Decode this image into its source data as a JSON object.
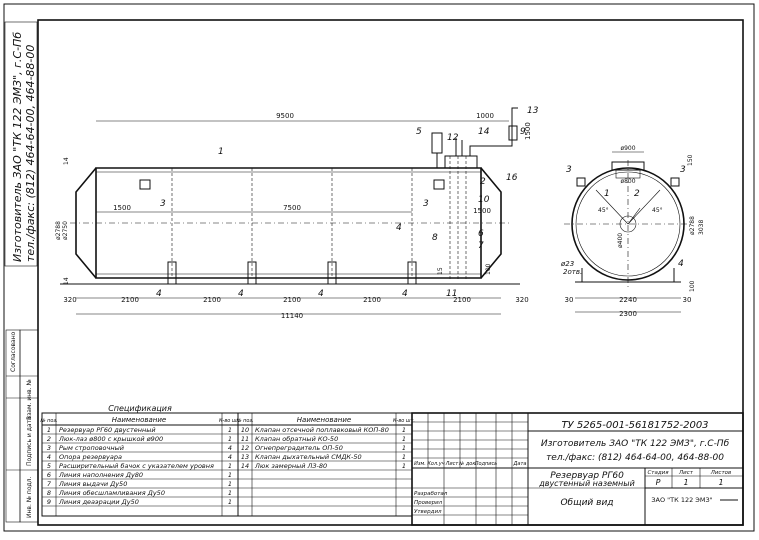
{
  "side_stamp": {
    "line1": "Изготовитель ЗАО \"ТК 122 ЭМЗ\", г.С-Пб",
    "line2": "тел./факс: (812) 464-64-00, 464-88-00"
  },
  "left_strip": {
    "agreed": "Согласовано",
    "inv_dup": "Взам. инв. №",
    "sign_date": "Подпись и дата",
    "inv_orig": "Инв. № подл."
  },
  "side_view": {
    "dims": {
      "d9500": "9500",
      "d1000": "1000",
      "d1500_top": "1500",
      "d1500_mid": "1500",
      "d7500": "7500",
      "d1500_right": "1500",
      "d320_l": "320",
      "d2100_1": "2100",
      "d2100_2": "2100",
      "d2100_3": "2100",
      "d2100_4": "2100",
      "d2100_5": "2100",
      "d320_r": "320",
      "d11140": "11140",
      "d14_a": "14",
      "d14_b": "14",
      "d2788": "ø2788",
      "d2750": "ø2750",
      "d15": "15",
      "d100": "100"
    },
    "callouts": [
      "1",
      "2",
      "3",
      "4",
      "4",
      "4",
      "4",
      "4",
      "5",
      "6",
      "7",
      "8",
      "9",
      "10",
      "11",
      "12",
      "13",
      "14",
      "16",
      "3"
    ]
  },
  "end_view": {
    "dims": {
      "d900": "ø900",
      "d800": "ø800",
      "d150": "150",
      "d2788": "ø2788",
      "d3038": "3038",
      "d400": "ø400",
      "d45a": "45°",
      "d45b": "45°",
      "d23": "ø23",
      "holes": "2отв.",
      "d30_l": "30",
      "d2240": "2240",
      "d30_r": "30",
      "d2300": "2300",
      "d100": "100"
    },
    "callouts": [
      "3",
      "3",
      "2",
      "1",
      "4"
    ]
  },
  "spec": {
    "title": "Спецификация",
    "headers": {
      "pos": "№ поз.",
      "name": "Наименование",
      "qty": "К-во шт.",
      "pos2": "№ поз.",
      "name2": "Наименование",
      "qty2": "К-во шт."
    },
    "rows_left": [
      {
        "pos": "1",
        "name": "Резервуар РГ60 двустенный",
        "qty": "1"
      },
      {
        "pos": "2",
        "name": "Люк-лаз ø800 с крышкой ø900",
        "qty": "1"
      },
      {
        "pos": "3",
        "name": "Рым строповочный",
        "qty": "4"
      },
      {
        "pos": "4",
        "name": "Опора резервуара",
        "qty": "4"
      },
      {
        "pos": "5",
        "name": "Расширительный бачок с указателем уровня",
        "qty": "1"
      },
      {
        "pos": "6",
        "name": "Линия наполнения Ду80",
        "qty": "1"
      },
      {
        "pos": "7",
        "name": "Линия выдачи Ду50",
        "qty": "1"
      },
      {
        "pos": "8",
        "name": "Линия обесшламливания Ду50",
        "qty": "1"
      },
      {
        "pos": "9",
        "name": "Линия деаэрации Ду50",
        "qty": "1"
      }
    ],
    "rows_right": [
      {
        "pos": "10",
        "name": "Клапан отсечной поплавковый КОП-80",
        "qty": "1"
      },
      {
        "pos": "11",
        "name": "Клапан обратный КО-50",
        "qty": "1"
      },
      {
        "pos": "12",
        "name": "Огнепреградитель ОП-50",
        "qty": "1"
      },
      {
        "pos": "13",
        "name": "Клапан дыхательный СМДК-50",
        "qty": "1"
      },
      {
        "pos": "14",
        "name": "Люк замерный ЛЗ-80",
        "qty": "1"
      }
    ]
  },
  "title_block": {
    "doc_code": "ТУ 5265-001-56181752-2003",
    "maker1": "Изготовитель ЗАО \"ТК 122 ЭМЗ\", г.С-Пб",
    "maker2": "тел./факс: (812) 464-64-00, 464-88-00",
    "col_izm": "Изм.",
    "col_kol": "Кол.уч",
    "col_list": "Лист",
    "col_ndok": "№ док.",
    "col_podp": "Подпись",
    "col_data": "Дата",
    "razrab": "Разработал",
    "prov": "Проверил",
    "utv": "Утвердил",
    "product1": "Резервуар РГ60",
    "product2": "двустенный наземный",
    "view_name": "Общий вид",
    "stage_h": "Стадия",
    "list_h": "Лист",
    "lists_h": "Листов",
    "stage": "Р",
    "list": "1",
    "lists": "1",
    "org": "ЗАО \"ТК 122 ЭМЗ\""
  }
}
